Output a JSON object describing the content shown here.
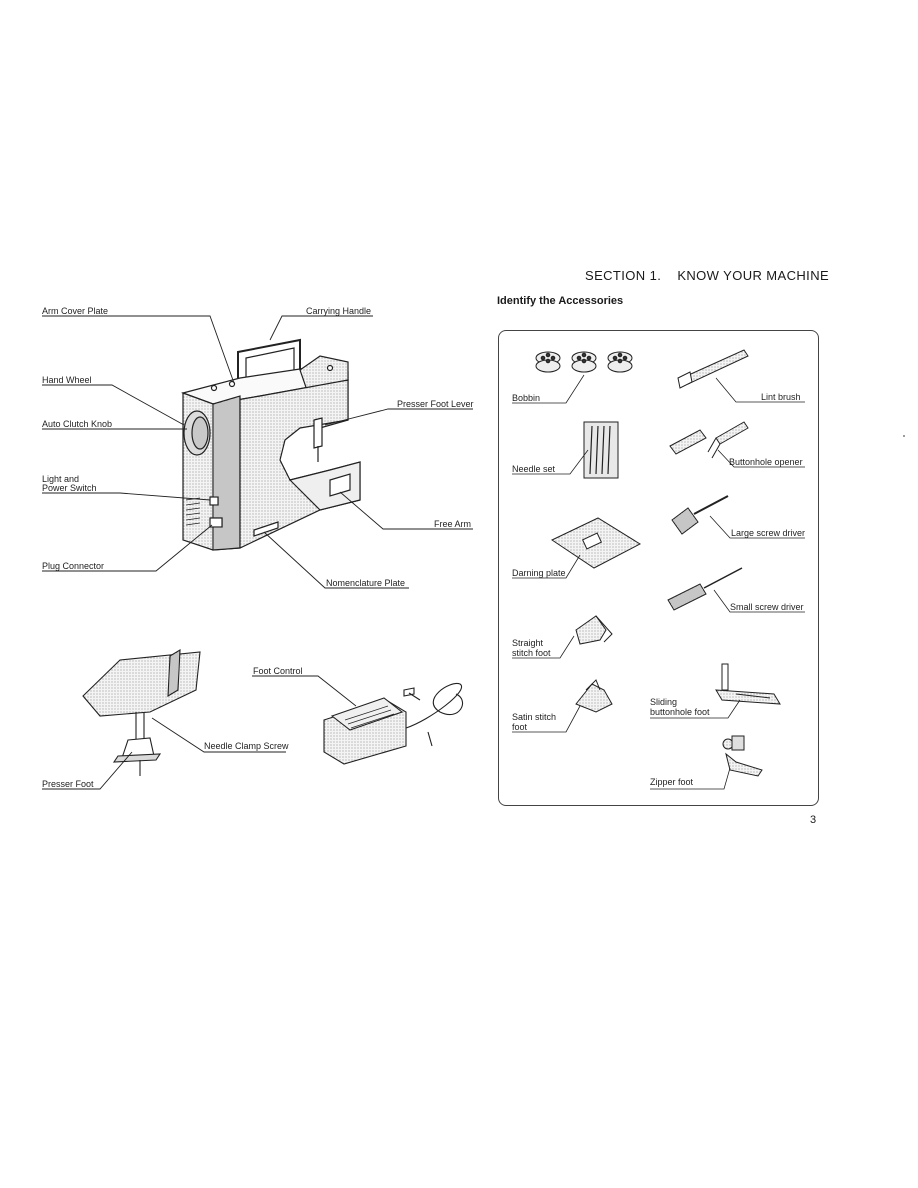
{
  "header": {
    "section_number": "SECTION 1.",
    "section_title": "KNOW YOUR MACHINE"
  },
  "machine_labels": {
    "arm_cover_plate": "Arm Cover Plate",
    "carrying_handle": "Carrying Handle",
    "hand_wheel": "Hand Wheel",
    "auto_clutch_knob": "Auto Clutch Knob",
    "light_switch_line1": "Light and",
    "light_switch_line2": "Power Switch",
    "plug_connector": "Plug Connector",
    "presser_foot_lever": "Presser Foot Lever",
    "free_arm": "Free Arm",
    "nomenclature_plate": "Nomenclature Plate",
    "foot_control": "Foot Control",
    "needle_clamp_screw": "Needle Clamp Screw",
    "presser_foot": "Presser Foot"
  },
  "accessories": {
    "title": "Identify the Accessories",
    "bobbin": "Bobbin",
    "lint_brush": "Lint brush",
    "needle_set": "Needle set",
    "buttonhole_opener": "Buttonhole opener",
    "darning_plate": "Darning plate",
    "large_screw_driver": "Large screw driver",
    "small_screw_driver": "Small screw driver",
    "straight_line1": "Straight",
    "straight_line2": "stitch foot",
    "satin_line1": "Satin stitch",
    "satin_line2": "foot",
    "sliding_line1": "Sliding",
    "sliding_line2": "buttonhole foot",
    "zipper_foot": "Zipper foot"
  },
  "page_number": "3"
}
